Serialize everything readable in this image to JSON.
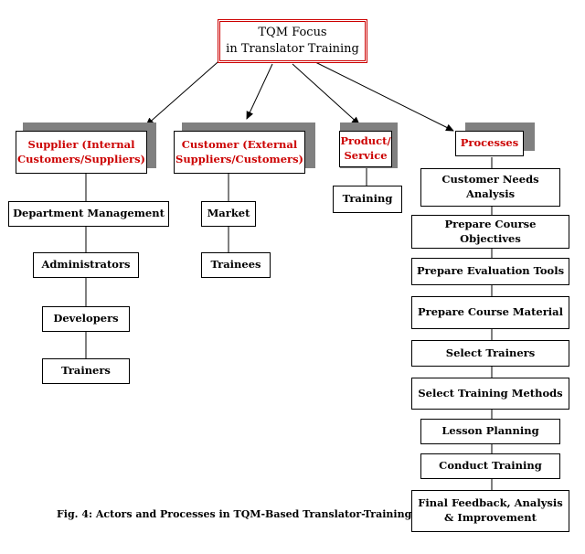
{
  "root": {
    "line1": "TQM Focus",
    "line2": "in Translator Training"
  },
  "categories": {
    "supplier": {
      "line1": "Supplier (Internal",
      "line2": "Customers/Suppliers)"
    },
    "customer": {
      "line1": "Customer (External",
      "line2": "Suppliers/Customers)"
    },
    "product": {
      "line1": "Product/",
      "line2": "Service"
    },
    "processes": {
      "label": "Processes"
    }
  },
  "supplier_chain": [
    "Department Management",
    "Administrators",
    "Developers",
    "Trainers"
  ],
  "customer_chain": [
    "Market",
    "Trainees"
  ],
  "product_chain": [
    "Training"
  ],
  "process_steps": [
    {
      "line1": "Customer Needs",
      "line2": "Analysis"
    },
    {
      "line1": "Prepare Course",
      "line2": "Objectives"
    },
    {
      "line1": "Prepare Evaluation Tools",
      "line2": ""
    },
    {
      "line1": "Prepare Course Material",
      "line2": ""
    },
    {
      "line1": "Select Trainers",
      "line2": ""
    },
    {
      "line1": "Select Training Methods",
      "line2": ""
    },
    {
      "line1": "Lesson Planning",
      "line2": ""
    },
    {
      "line1": "Conduct Training",
      "line2": ""
    },
    {
      "line1": "Final Feedback, Analysis",
      "line2": "& Improvement"
    }
  ],
  "caption": "Fig. 4: Actors and Processes in TQM-Based Translator-Training",
  "colors": {
    "accent": "#cc0000",
    "shadow": "#808080",
    "line": "#000000"
  }
}
